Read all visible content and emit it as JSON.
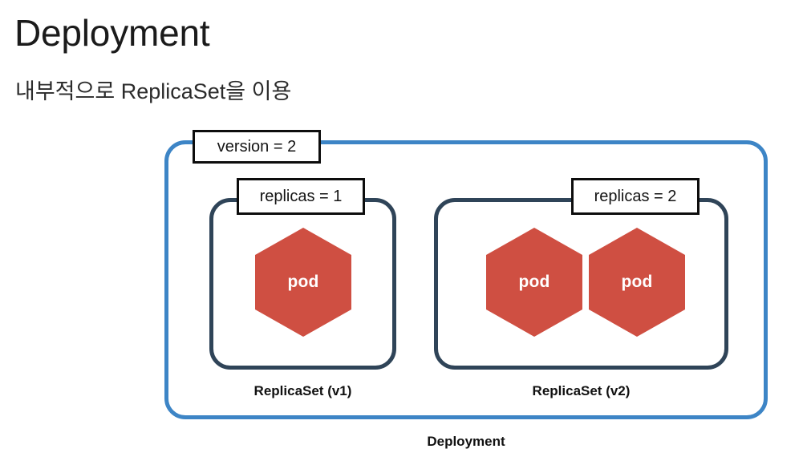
{
  "slide": {
    "title": "Deployment",
    "subtitle": "내부적으로 ReplicaSet을 이용"
  },
  "colors": {
    "deployment_border": "#3d85c6",
    "replicaset_border": "#2f4458",
    "pod_fill": "#cf4f42",
    "annotation_border": "#0d0d0d",
    "background": "#ffffff",
    "text": "#1a1a1a"
  },
  "diagram": {
    "deployment": {
      "caption": "Deployment",
      "annotation": "version = 2"
    },
    "replicasets": [
      {
        "caption": "ReplicaSet (v1)",
        "annotation": "replicas = 1",
        "pods": [
          {
            "label": "pod"
          }
        ]
      },
      {
        "caption": "ReplicaSet (v2)",
        "annotation": "replicas = 2",
        "pods": [
          {
            "label": "pod"
          },
          {
            "label": "pod"
          }
        ]
      }
    ]
  }
}
